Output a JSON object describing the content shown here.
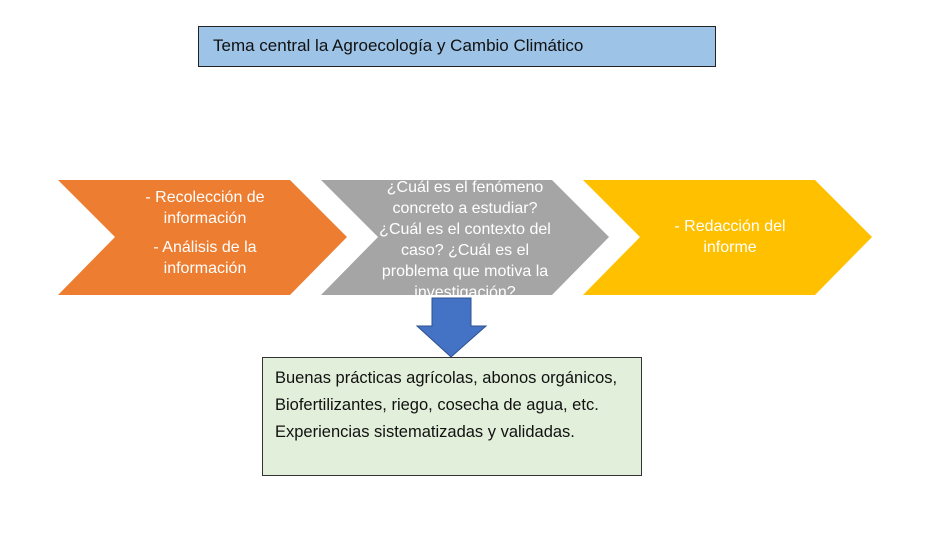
{
  "title": "Tema central la Agroecología y Cambio Climático",
  "steps": [
    {
      "lines": [
        "- Recolección de información",
        "- Análisis de la información"
      ],
      "color": "#ED7D31"
    },
    {
      "text": "¿Cuál es el fenómeno concreto a estudiar? ¿Cuál es el contexto del caso?  ¿Cuál es el problema que motiva la investigación?",
      "color": "#A5A5A5"
    },
    {
      "text": "- Redacción del informe",
      "color": "#FFC000"
    }
  ],
  "arrow_color": "#4472C4",
  "result_box": {
    "text": "Buenas prácticas agrícolas, abonos orgánicos, Biofertilizantes, riego, cosecha de agua, etc. Experiencias sistematizadas y validadas.",
    "color": "#E2EFDA"
  }
}
